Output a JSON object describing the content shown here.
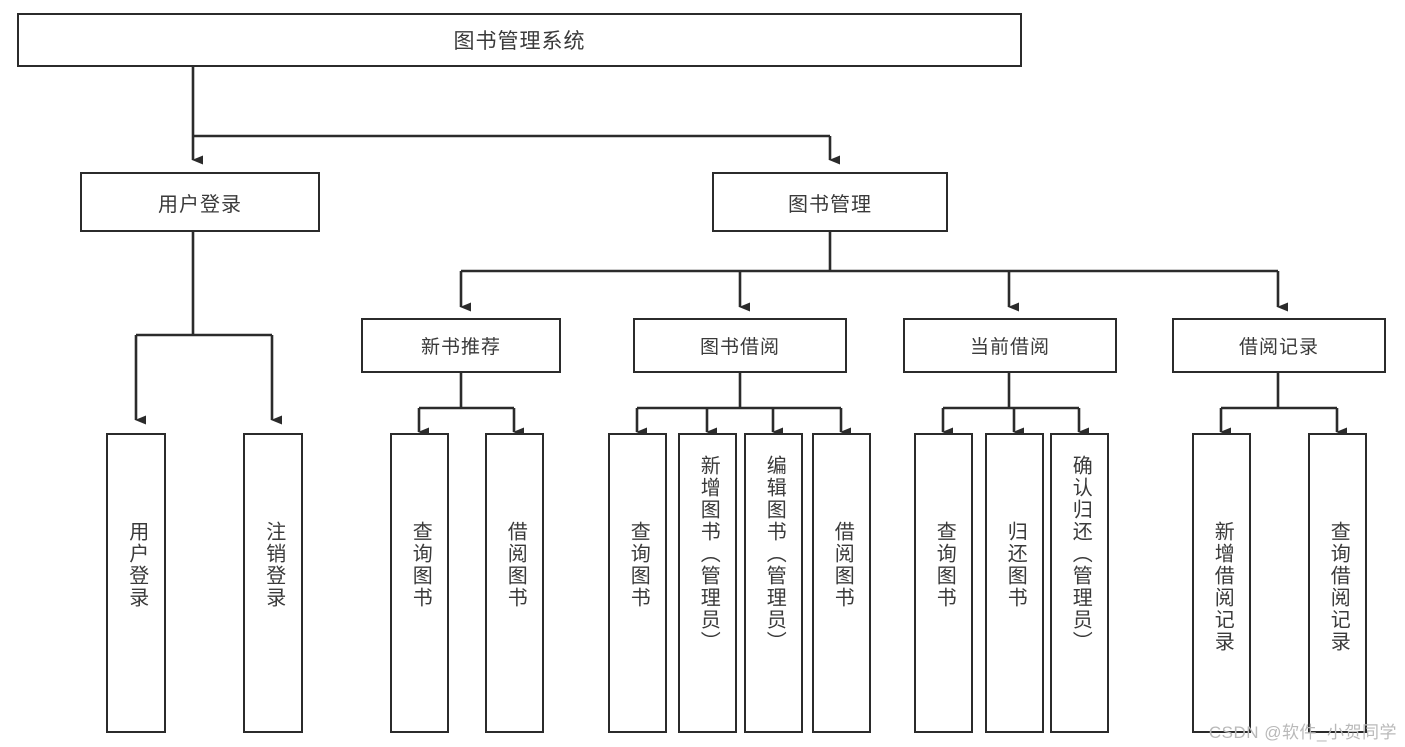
{
  "diagram": {
    "type": "hierarchy-tree",
    "title": "图书管理系统",
    "root": {
      "label": "图书管理系统"
    },
    "tier1": [
      {
        "label": "用户登录"
      },
      {
        "label": "图书管理"
      }
    ],
    "tier2": [
      {
        "label": "新书推荐"
      },
      {
        "label": "图书借阅"
      },
      {
        "label": "当前借阅"
      },
      {
        "label": "借阅记录"
      }
    ],
    "leaves": [
      {
        "label": "用户登录",
        "parent": "用户登录"
      },
      {
        "label": "注销登录",
        "parent": "用户登录"
      },
      {
        "label": "查询图书",
        "parent": "新书推荐"
      },
      {
        "label": "借阅图书",
        "parent": "新书推荐"
      },
      {
        "label": "查询图书",
        "parent": "图书借阅"
      },
      {
        "label": "新增图书（管理员）",
        "parent": "图书借阅"
      },
      {
        "label": "编辑图书（管理员）",
        "parent": "图书借阅"
      },
      {
        "label": "借阅图书",
        "parent": "图书借阅"
      },
      {
        "label": "查询图书",
        "parent": "当前借阅"
      },
      {
        "label": "归还图书",
        "parent": "当前借阅"
      },
      {
        "label": "确认归还（管理员）",
        "parent": "当前借阅"
      },
      {
        "label": "新增借阅记录",
        "parent": "借阅记录"
      },
      {
        "label": "查询借阅记录",
        "parent": "借阅记录"
      }
    ],
    "watermark": "CSDN @软件_小贺同学",
    "colors": {
      "stroke": "#2b2b2b",
      "text": "#3a3a3a",
      "background": "#ffffff",
      "watermark": "#b9b9b9"
    }
  }
}
